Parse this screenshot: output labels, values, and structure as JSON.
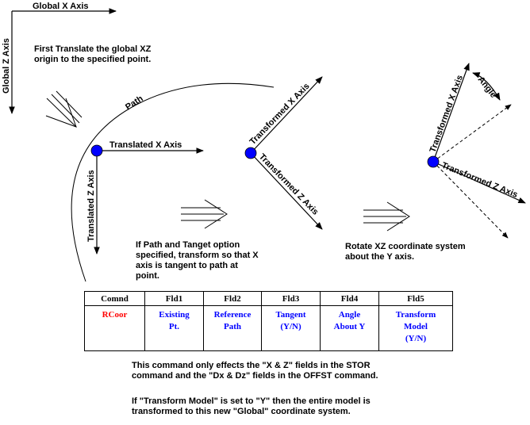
{
  "axes": {
    "global_x": "Global X Axis",
    "global_z": "Global Z Axis",
    "path": "Path",
    "translated_x": "Translated X Axis",
    "translated_z": "Translated Z Axis",
    "transformed_x_1": "Transformed X Axis",
    "transformed_z_1": "Transformed Z Axis",
    "transformed_x_2": "Transformed X Axis",
    "transformed_z_2": "Transformed Z Axis",
    "angle": "Angle"
  },
  "notes": {
    "step1_line1": "First Translate the global XZ",
    "step1_line2": "origin to the specified point.",
    "step2_line1": "If Path and Tanget option",
    "step2_line2": "specified, transform so that X",
    "step2_line3": "axis is tangent to path at",
    "step2_line4": "point.",
    "step3_line1": "Rotate XZ coordinate system",
    "step3_line2": "about the Y axis.",
    "footer1_line1": "This command only effects the \"X & Z\" fields in the STOR",
    "footer1_line2": "command and the \"Dx & Dz\" fields in the OFFST command.",
    "footer2_line1": "If \"Transform Model\" is set to \"Y\" then the entire model is",
    "footer2_line2": "transformed to this new \"Global\" coordinate system."
  },
  "table": {
    "headers": [
      "Comnd",
      "Fld1",
      "Fld2",
      "Fld3",
      "Fld4",
      "Fld5"
    ],
    "values": [
      [
        "RCoor"
      ],
      [
        "Existing",
        "Pt."
      ],
      [
        "Reference",
        "Path"
      ],
      [
        "Tangent",
        "(Y/N)"
      ],
      [
        "Angle",
        "About Y"
      ],
      [
        "Transform",
        "Model",
        "(Y/N)"
      ]
    ]
  },
  "colors": {
    "point": "#0000ff",
    "field_text": "#0000ff",
    "command_text": "#ff0000"
  }
}
